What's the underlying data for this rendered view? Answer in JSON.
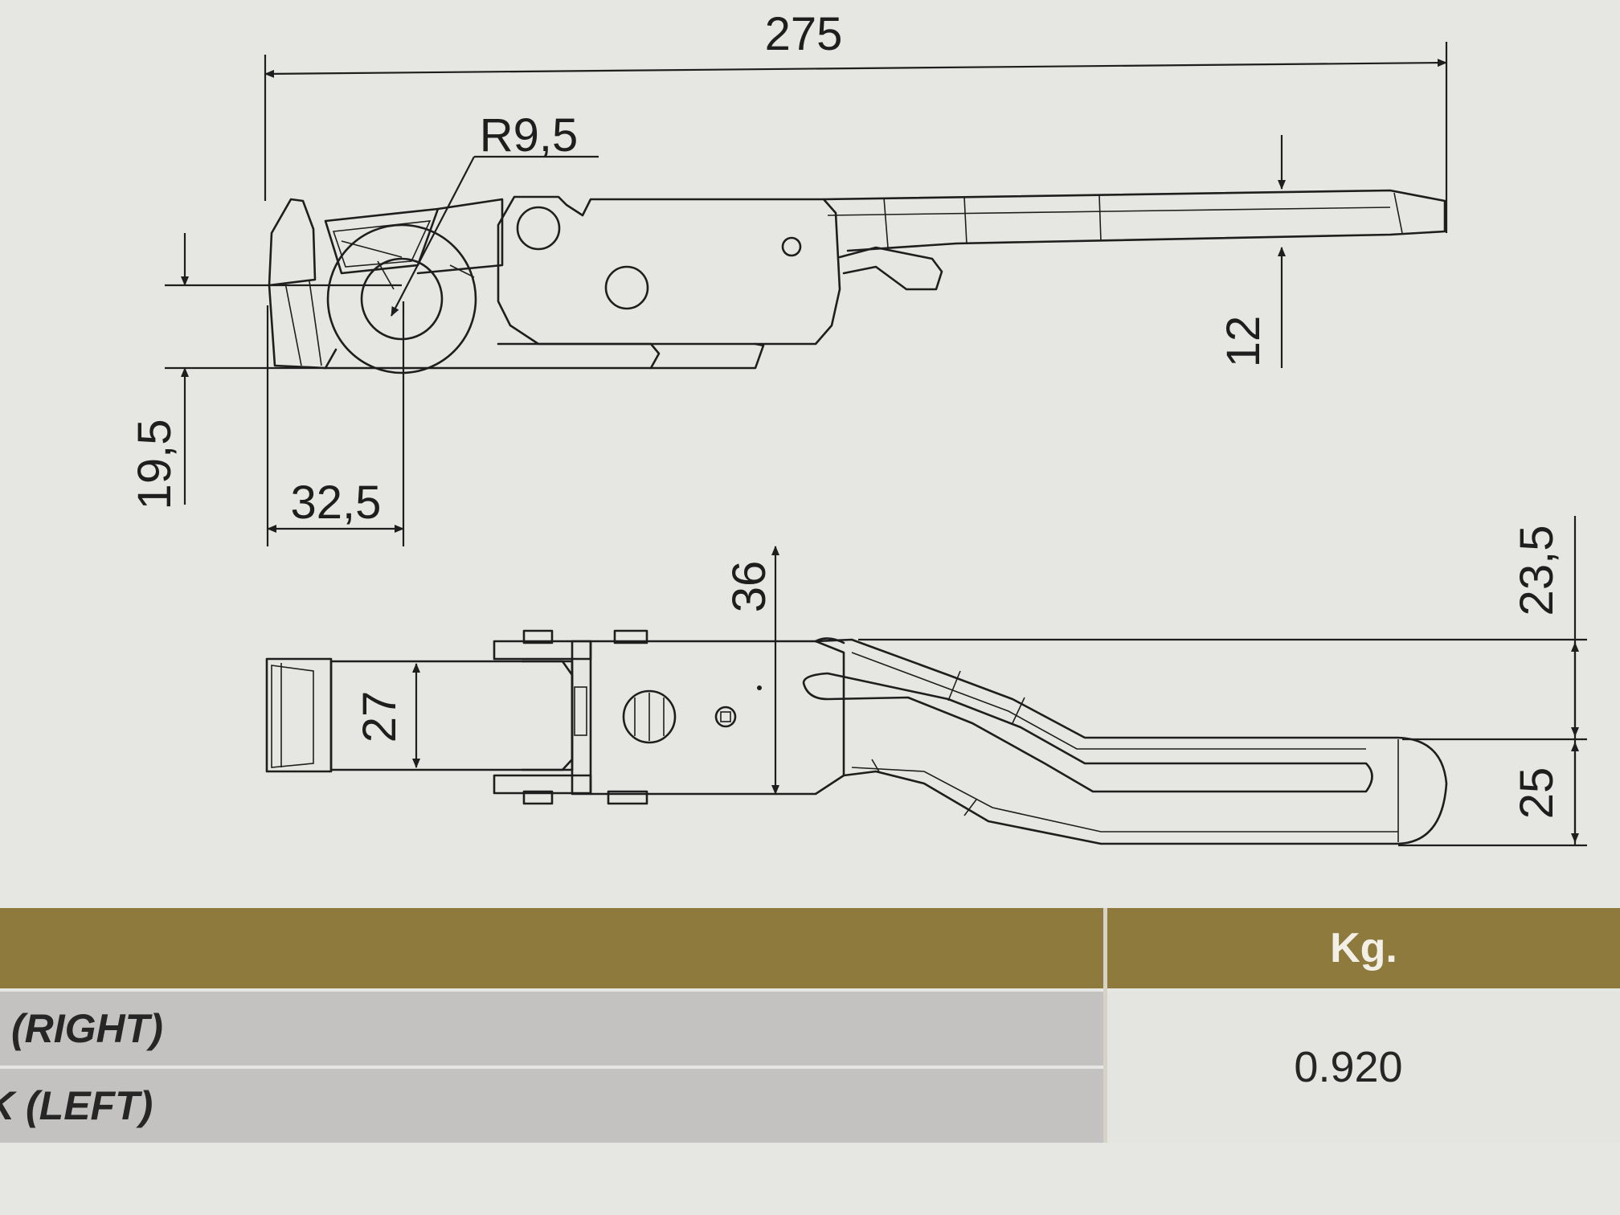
{
  "dimensions": {
    "overall_length": "275",
    "radius": "R9,5",
    "lever_height": "12",
    "pivot_height": "19,5",
    "pivot_offset": "32,5",
    "body_width": "36",
    "base_width": "27",
    "lever_offset": "23,5",
    "lever_width": "25"
  },
  "table": {
    "weight_header": "Kg.",
    "rows": [
      "(RIGHT)",
      "K (LEFT)"
    ],
    "weight": "0.920"
  },
  "colors": {
    "paper": "#e6e6e2",
    "header_band": "#8f7a3e",
    "row_fill": "#c4c2c1",
    "ink": "#1e1e1e"
  }
}
